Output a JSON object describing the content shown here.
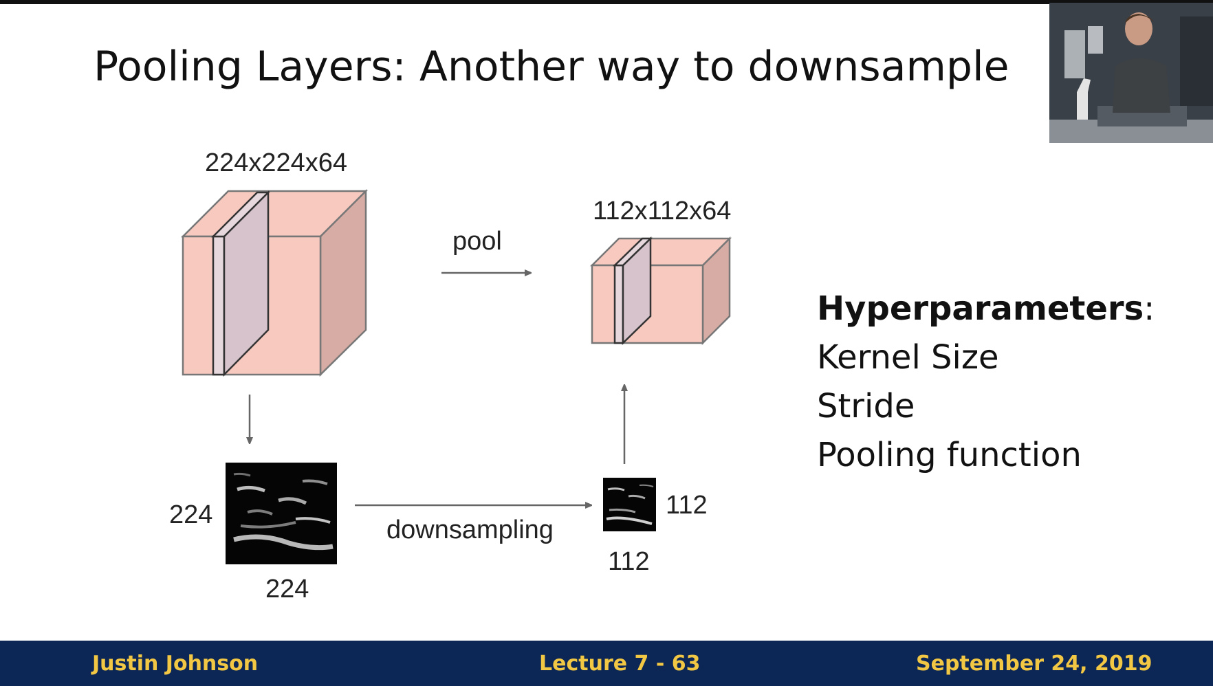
{
  "slide": {
    "title_bold": "Pooling Layers",
    "title_rest": ": Another way to downsample"
  },
  "diagram": {
    "input_dims": "224x224x64",
    "output_dims": "112x112x64",
    "pool_label": "pool",
    "downsampling_label": "downsampling",
    "input_height": "224",
    "input_width": "224",
    "output_height": "112",
    "output_width": "112"
  },
  "hyperparameters": {
    "heading": "Hyperparameters",
    "colon": ":",
    "items": [
      "Kernel Size",
      "Stride",
      "Pooling function"
    ]
  },
  "footer": {
    "author": "Justin Johnson",
    "lecture": "Lecture 7 - 63",
    "date": "September 24, 2019"
  },
  "colors": {
    "footer_bg": "#0c2655",
    "footer_text": "#f2c744",
    "cube_face": "#f7c9bf",
    "cube_side": "#d6aca4",
    "slice": "#d7c3cb"
  }
}
